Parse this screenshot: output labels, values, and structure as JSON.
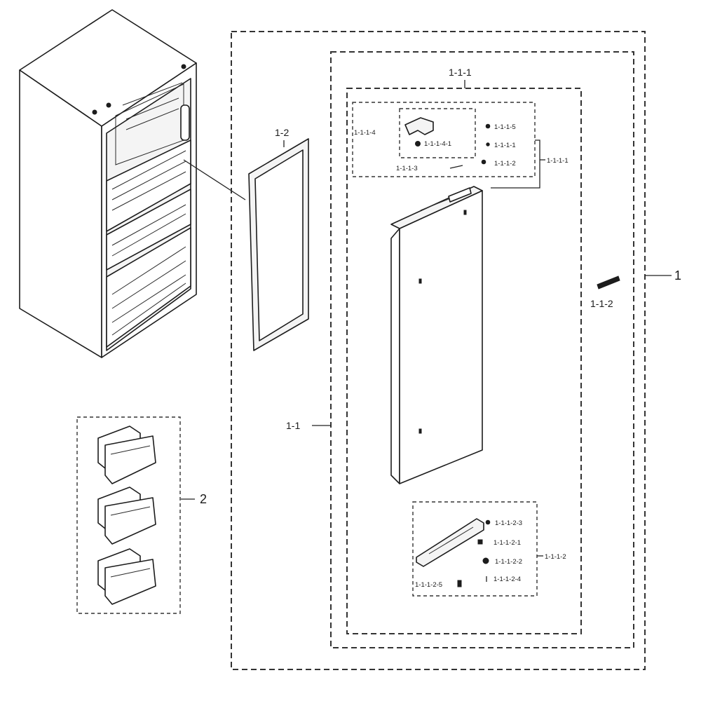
{
  "labels": {
    "assy_1": "1",
    "assy_1_1": "1-1",
    "assy_1_2": "1-2",
    "assy_1_1_1": "1-1-1",
    "assy_1_1_2": "1-1-2",
    "assy_1_1_1_1": "1-1-1-1",
    "assy_1_1_1_4": "1-1-1-4",
    "assy_1_1_1_4_1": "1-1-1-4-1",
    "assy_1_1_1_5": "1-1-1-5",
    "assy_1_1_1_1_b": "1-1-1-1",
    "assy_1_1_1_2": "1-1-1-2",
    "assy_1_1_1_3": "1-1-1-3",
    "assy_1_1_1_2_lower": "1-1-1-2",
    "assy_1_1_1_2_3": "1-1-1-2-3",
    "assy_1_1_1_2_1": "1-1-1-2-1",
    "assy_1_1_1_2_2": "1-1-1-2-2",
    "assy_1_1_1_2_4": "1-1-1-2-4",
    "assy_1_1_1_2_5": "1-1-1-2-5",
    "assy_2": "2"
  },
  "parts": [
    {
      "id": "refrigerator-cabinet",
      "icon": "refrigerator-icon"
    },
    {
      "id": "door-gasket",
      "icon": "gasket-icon"
    },
    {
      "id": "door-panel",
      "icon": "door-icon"
    },
    {
      "id": "door-handle-small",
      "icon": "handle-icon"
    },
    {
      "id": "upper-hinge-kit",
      "icon": "hinge-icon"
    },
    {
      "id": "lower-hinge-kit",
      "icon": "hinge-bracket-icon"
    },
    {
      "id": "door-bins",
      "icon": "bin-icon"
    }
  ]
}
